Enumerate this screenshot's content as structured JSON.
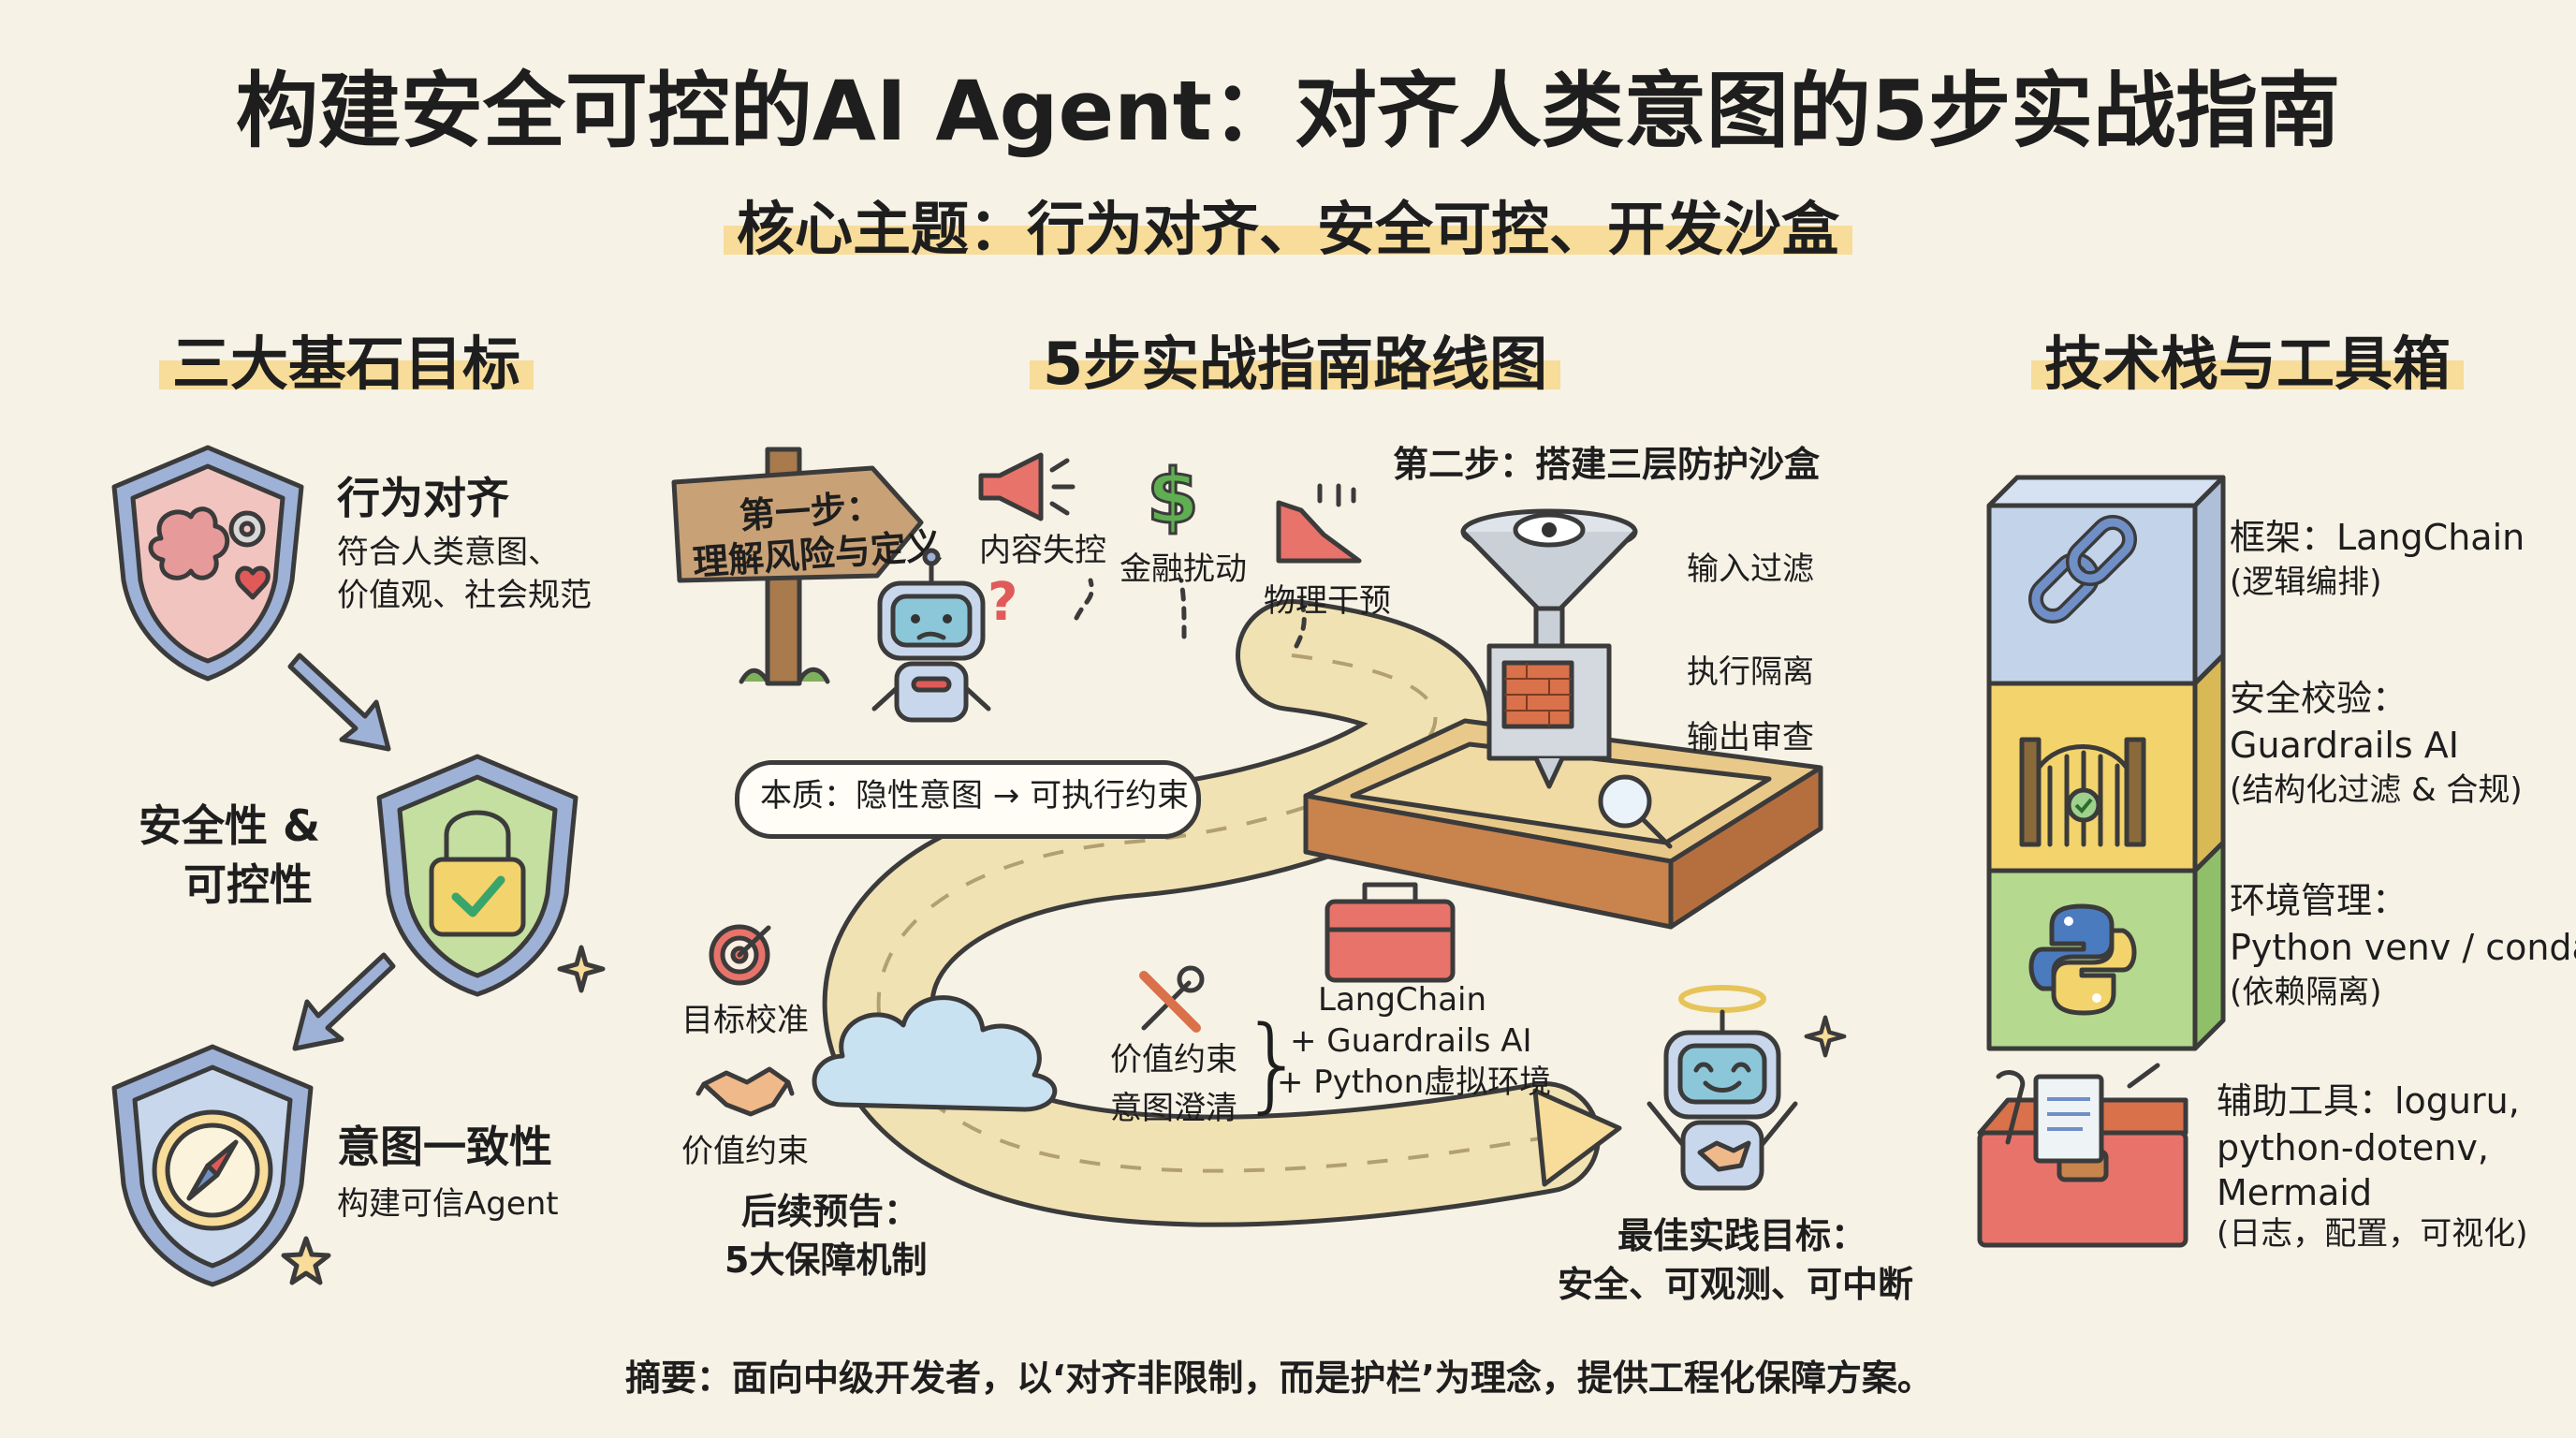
{
  "title": "构建安全可控的AI Agent：对齐人类意图的5步实战指南",
  "subtitle": "核心主题：行为对齐、安全可控、开发沙盒",
  "left": {
    "heading": "三大基石目标",
    "goal1": {
      "title": "行为对齐",
      "line1": "符合人类意图、",
      "line2": "价值观、社会规范"
    },
    "goal2": {
      "line1": "安全性 &",
      "line2": "可控性"
    },
    "goal3": {
      "title": "意图一致性",
      "line1": "构建可信Agent"
    }
  },
  "middle": {
    "heading": "5步实战指南路线图",
    "step1_sign": {
      "line1": "第一步：",
      "line2": "理解风险与定义"
    },
    "risks": [
      "内容失控",
      "金融扰动",
      "物理干预"
    ],
    "essence": "本质：隐性意图 → 可执行约束",
    "step2_title": "第二步：搭建三层防护沙盒",
    "layers": [
      "输入过滤",
      "执行隔离",
      "输出审查"
    ],
    "alignment": {
      "target": "目标校准",
      "value": "价值约束"
    },
    "constraint": {
      "line1": "价值约束",
      "line2": "意图澄清"
    },
    "stack": {
      "line1": "LangChain",
      "line2": "+ Guardrails AI",
      "line3": "+ Python虚拟环境"
    },
    "preview": {
      "line1": "后续预告：",
      "line2": "5大保障机制"
    },
    "best": {
      "line1": "最佳实践目标：",
      "line2": "安全、可观测、可中断"
    }
  },
  "right": {
    "heading": "技术栈与工具箱",
    "tool1": {
      "line1": "框架：LangChain",
      "line2": "(逻辑编排)"
    },
    "tool2": {
      "line1": "安全校验：",
      "line2": "Guardrails AI",
      "line3": "(结构化过滤 & 合规)"
    },
    "tool3": {
      "line1": "环境管理：",
      "line2": "Python venv / conda",
      "line3": "(依赖隔离)"
    },
    "tool4": {
      "line1": "辅助工具：loguru,",
      "line2": "python-dotenv,",
      "line3": "Mermaid",
      "line4": "(日志，配置，可视化)"
    }
  },
  "footer": "摘要：面向中级开发者，以‘对齐非限制，而是护栏’为理念，提供工程化保障方案。",
  "icons": {
    "shield1": "brain-gear-heart-shield-icon",
    "shield2": "lock-shield-icon",
    "shield3": "compass-shield-icon",
    "sign": "wooden-signpost-icon",
    "robot1": "confused-robot-icon",
    "robot2": "happy-robot-icon",
    "funnel": "eye-funnel-icon",
    "sandbox": "sandbox-icon",
    "toolbox": "toolbox-icon",
    "cloud": "cloud-icon"
  },
  "colors": {
    "background": "#f7f2e6",
    "highlight": "#f7dc9a",
    "shield_red": "#f2c4c0",
    "shield_green": "#c4df9f",
    "shield_blue": "#b9cbe8",
    "road": "#f1e2b4",
    "arrow_blue": "#9eb1d6"
  }
}
